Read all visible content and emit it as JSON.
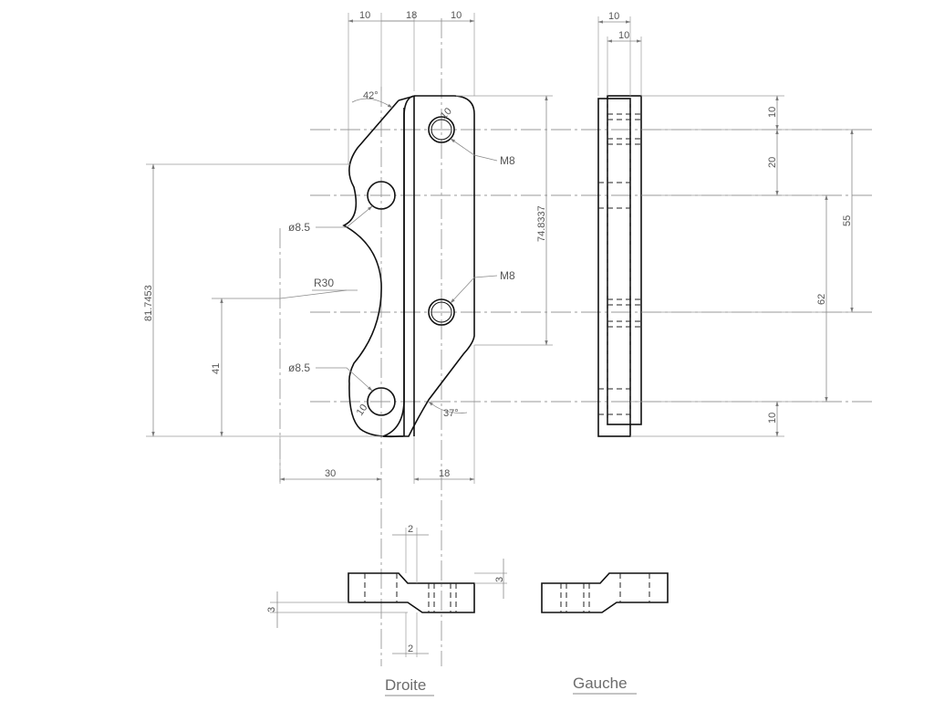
{
  "drawing": {
    "views": {
      "front": {
        "name": "front-view"
      },
      "side": {
        "name": "side-view"
      },
      "droite": {
        "title": "Droite"
      },
      "gauche": {
        "title": "Gauche"
      }
    },
    "dimensions": {
      "top_10a": "10",
      "top_18": "18",
      "top_10b": "10",
      "side_top_10a": "10",
      "side_top_10b": "10",
      "angle_42": "42°",
      "angle_37": "37°",
      "radius_10_top": "10",
      "radius_10_bottom": "10",
      "hole_m8_top": "M8",
      "hole_m8_mid": "M8",
      "hole_85_top": "ø8.5",
      "hole_85_bottom": "ø8.5",
      "radius_r30": "R30",
      "height_81": "81.7453",
      "height_74": "74.8337",
      "height_41": "41",
      "bottom_30": "30",
      "bottom_18": "18",
      "right_10_top": "10",
      "right_20": "20",
      "right_55": "55",
      "right_62": "62",
      "right_10_bottom": "10",
      "droite_2_top": "2",
      "droite_2_bottom": "2",
      "droite_3_right": "3",
      "droite_3_left": "3"
    }
  }
}
